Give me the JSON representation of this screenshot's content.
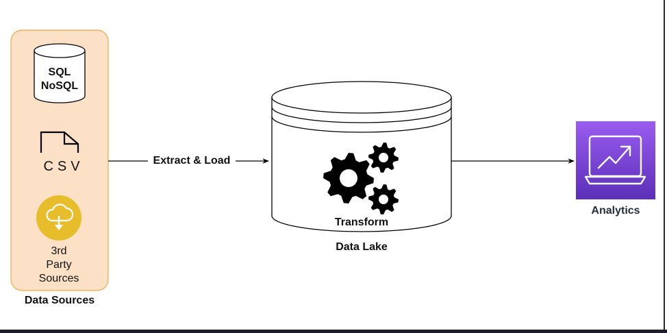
{
  "diagram": {
    "source_group": {
      "title": "Data Sources",
      "fill": "#fde1c7",
      "stroke": "#e9a94a",
      "items": [
        {
          "icon": "database-cylinder-icon",
          "lines": [
            "SQL",
            "NoSQL"
          ]
        },
        {
          "icon": "csv-file-icon",
          "label": "CSV"
        },
        {
          "icon": "cloud-download-icon",
          "icon_color": "#e7bd2c",
          "lines": [
            "3rd",
            "Party",
            "Sources"
          ]
        }
      ]
    },
    "edge_extract": {
      "label": "Extract & Load"
    },
    "data_lake": {
      "inner_label": "Transform",
      "title": "Data Lake",
      "icon": "gears-icon"
    },
    "analytics": {
      "title": "Analytics",
      "icon": "laptop-chart-icon",
      "gradient_top": "#9a5cf0",
      "gradient_bottom": "#5b2fb8"
    }
  }
}
